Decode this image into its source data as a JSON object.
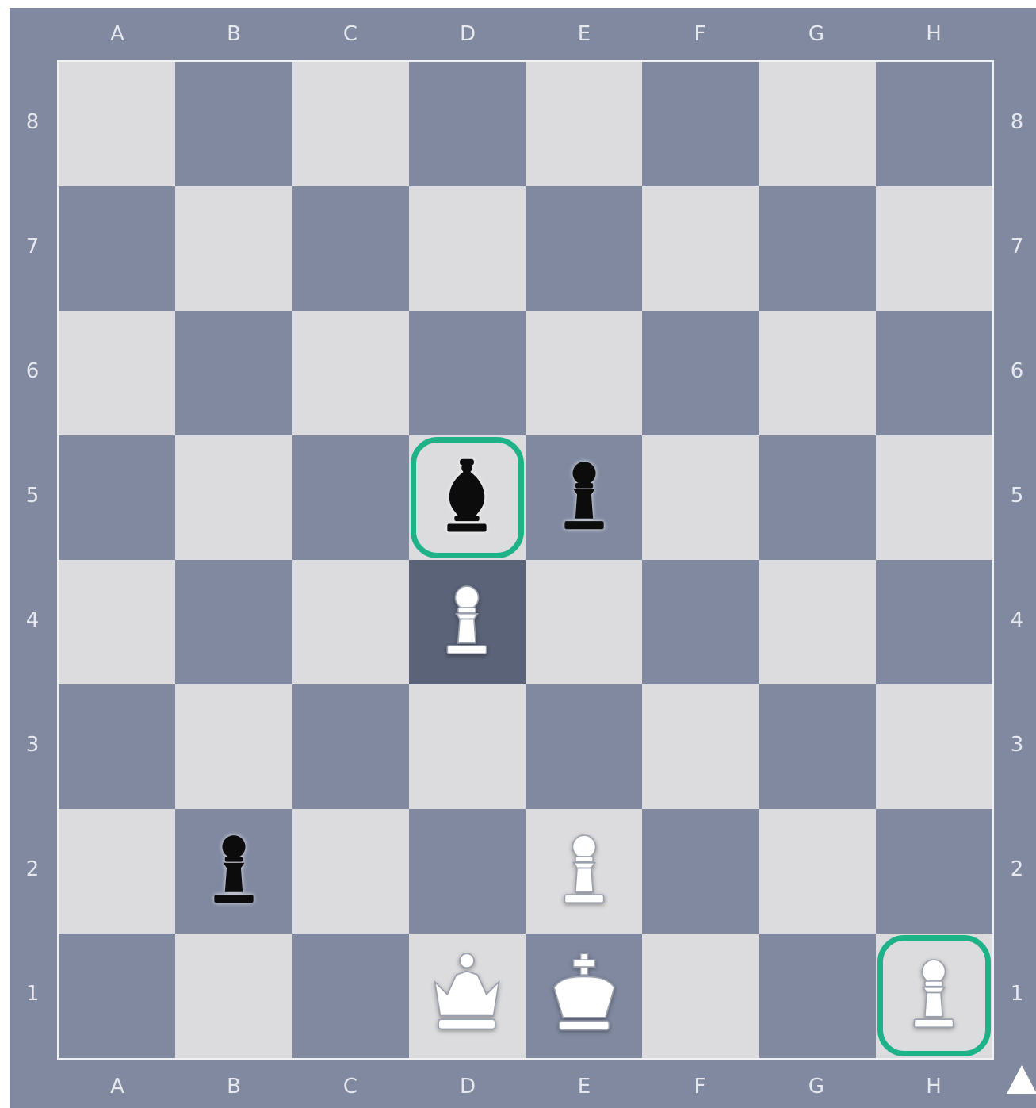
{
  "files": [
    "A",
    "B",
    "C",
    "D",
    "E",
    "F",
    "G",
    "H"
  ],
  "ranks": [
    "8",
    "7",
    "6",
    "5",
    "4",
    "3",
    "2",
    "1"
  ],
  "colors": {
    "light_square": "#dcdcde",
    "dark_square": "#8089a0",
    "last_move_square": "#5b6378",
    "highlight_ring": "#1eb289",
    "frame": "#8089a0",
    "coord_text": "#e6e8ee"
  },
  "pieces": [
    {
      "square": "d5",
      "color": "black",
      "type": "bishop",
      "icon": "black-bishop-icon"
    },
    {
      "square": "e5",
      "color": "black",
      "type": "pawn",
      "icon": "black-pawn-icon"
    },
    {
      "square": "d4",
      "color": "white",
      "type": "pawn",
      "icon": "white-pawn-icon"
    },
    {
      "square": "b2",
      "color": "black",
      "type": "pawn",
      "icon": "black-pawn-icon"
    },
    {
      "square": "e2",
      "color": "white",
      "type": "pawn",
      "icon": "white-pawn-icon"
    },
    {
      "square": "d1",
      "color": "white",
      "type": "queen",
      "icon": "white-queen-icon"
    },
    {
      "square": "e1",
      "color": "white",
      "type": "king",
      "icon": "white-king-icon"
    },
    {
      "square": "h1",
      "color": "white",
      "type": "pawn",
      "icon": "white-pawn-icon"
    }
  ],
  "highlighted_squares": [
    "d5",
    "h1"
  ],
  "last_move_square": "d4",
  "side_to_move": "white",
  "turn_indicator_icon": "triangle-up-icon"
}
